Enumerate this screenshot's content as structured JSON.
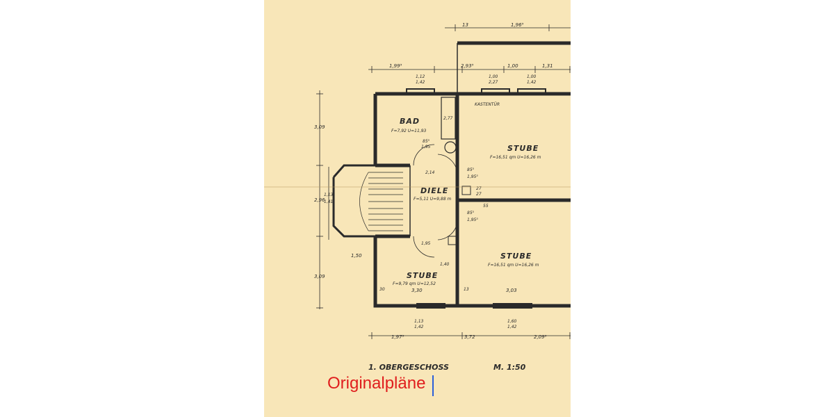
{
  "plan": {
    "rooms": {
      "bad": "BAD",
      "bad_area": "F=7,92  U=11,93",
      "diele": "DIELE",
      "diele_area": "F=5,11  U=9,88 m",
      "stube_upper": "STUBE",
      "stube_upper_area": "F=16,51 qm  U=16,26 m",
      "stube_lower_right": "STUBE",
      "stube_lower_right_area": "F=16,51 qm  U=16,26 m",
      "stube_lower_left": "STUBE",
      "stube_lower_left_area": "F=9,79 qm  U=12,52"
    },
    "annotations": {
      "kasten": "KASTENTÜR"
    },
    "dims": {
      "top_a": "13",
      "top_b": "1,96⁵",
      "top_c": "1,99⁵",
      "top_d": "2,93⁵",
      "top_e": "1,00",
      "top_f": "1,31",
      "win_1a": "1,12",
      "win_1b": "1,42",
      "win_2a": "1,00",
      "win_2b": "2,27",
      "win_3a": "1,00",
      "win_3b": "1,42",
      "left_upper": "3,09",
      "left_mid": "2,96",
      "left_mid2": "1,13",
      "left_mid3": "1,41",
      "left_lower": "3,09",
      "bath_tub": "2,77",
      "door_a": "85⁵",
      "door_b": "1,95",
      "door_c": "2,14",
      "door_d": "1,95⁵",
      "door_e": "85⁵",
      "door_f": "1,95⁵",
      "door_g": "85⁵",
      "door_h": "1,95",
      "stair_w": "1,50",
      "inner_a": "1,40",
      "wall_27a": "27",
      "wall_27b": "27",
      "wall_55": "55",
      "wall_13": "13",
      "wall_30": "30",
      "room_w1": "3,30",
      "room_w2": "3,03",
      "bot_win1a": "1,13",
      "bot_win1b": "1,42",
      "bot_win2a": "1,60",
      "bot_win2b": "1,42",
      "bot_a": "1,97⁵",
      "bot_b": "3,72",
      "bot_c": "2,09⁵"
    },
    "title": "1. OBERGESCHOSS",
    "scale": "M. 1:50"
  },
  "caption": {
    "text": "Originalpläne"
  },
  "colors": {
    "paper": "#f8e6b8",
    "ink": "#2a2a2a",
    "caption": "#e01e1e",
    "cursor": "#2b5fd9"
  }
}
